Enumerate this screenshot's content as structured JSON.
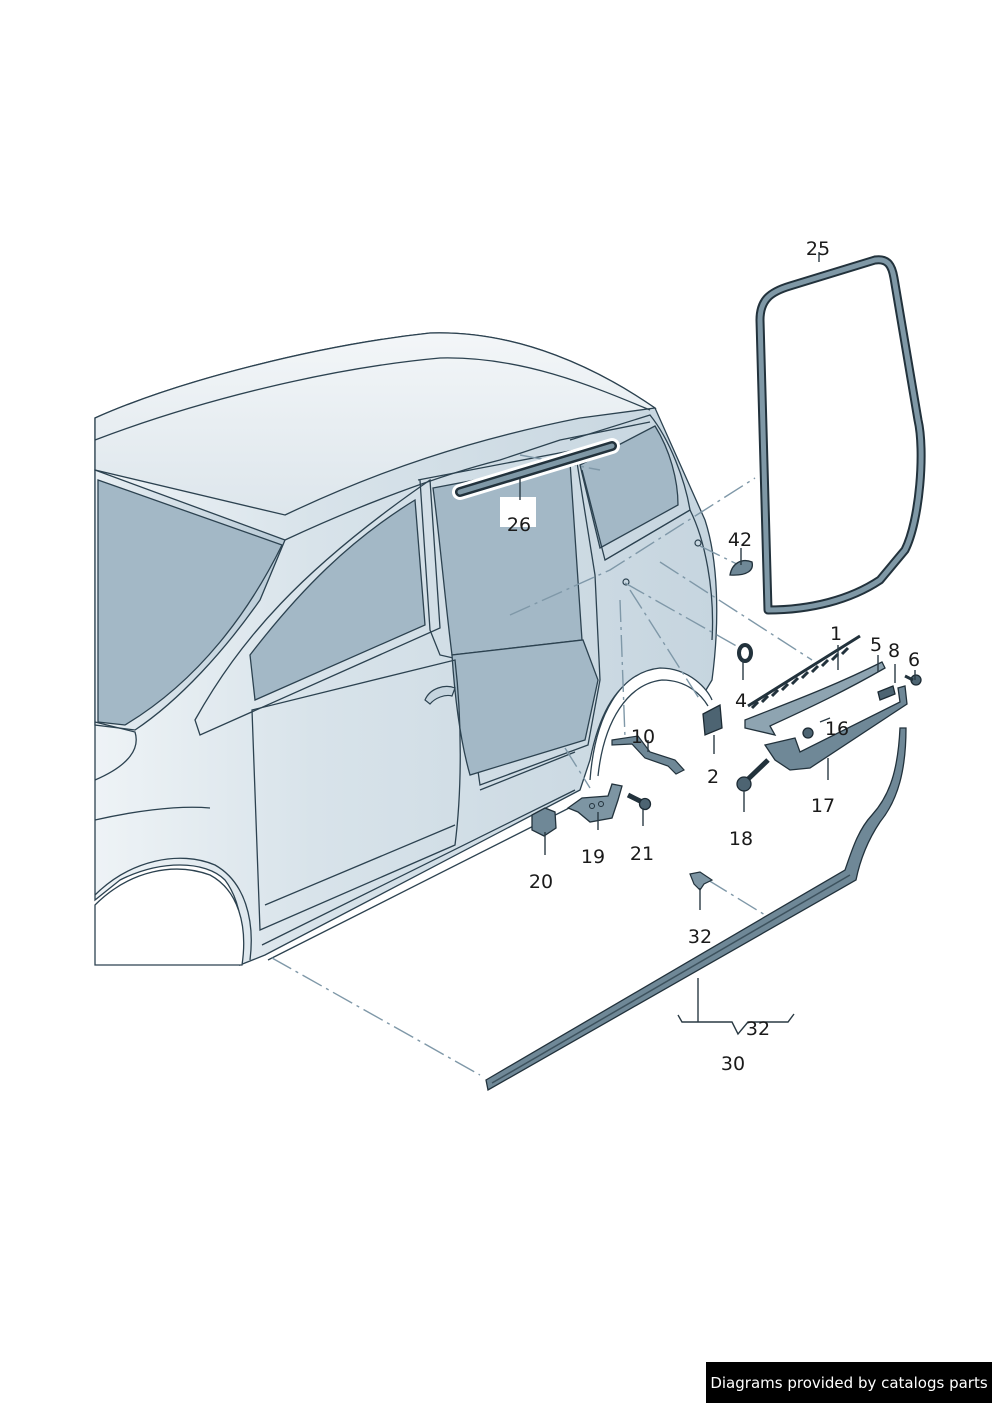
{
  "callouts": {
    "c1": "1",
    "c2": "2",
    "c4": "4",
    "c5": "5",
    "c6": "6",
    "c8": "8",
    "c10": "10",
    "c16": "16",
    "c17": "17",
    "c18": "18",
    "c19": "19",
    "c20": "20",
    "c21": "21",
    "c25": "25",
    "c26": "26",
    "c30": "30",
    "c32a": "32",
    "c32b": "32",
    "c42": "42"
  },
  "footer": {
    "credit": "Diagrams provided by catalogs parts"
  },
  "colors": {
    "body": "#dde7ee",
    "glass": "#a3b8c6",
    "part": "#6f8897",
    "outline": "#2c4250",
    "badge": "#000000"
  }
}
